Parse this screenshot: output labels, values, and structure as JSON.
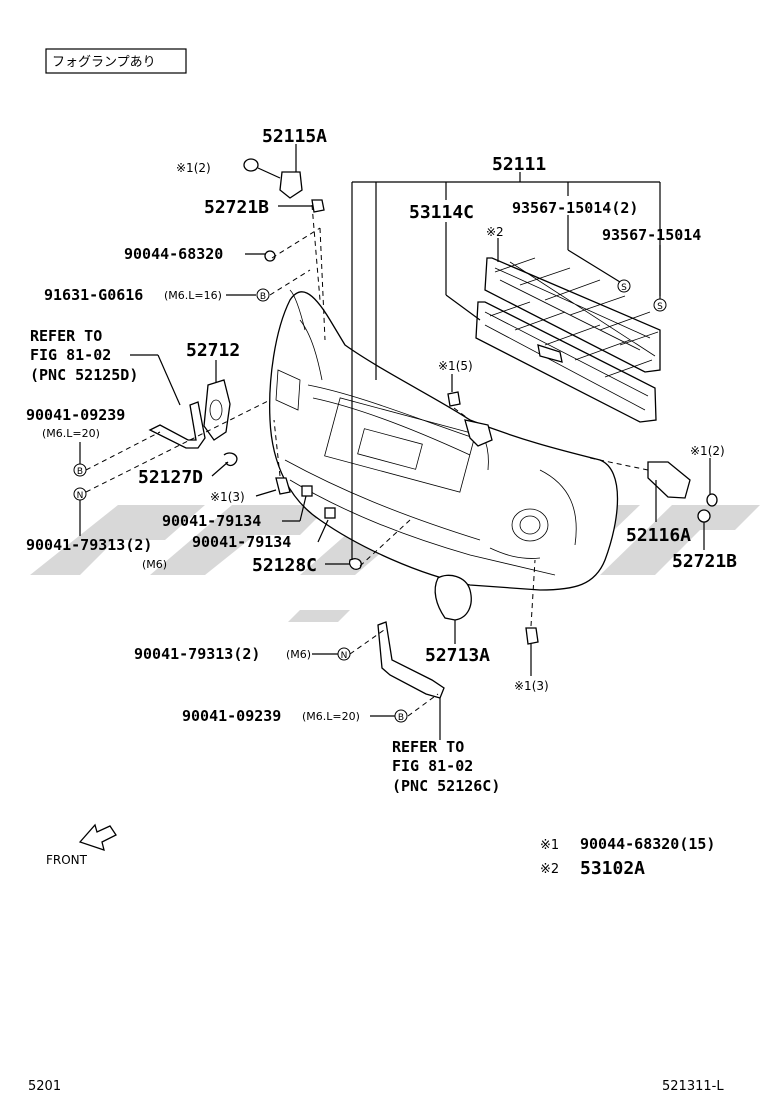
{
  "header_note": "フォグランプあり",
  "labels": {
    "p52115A": "52115A",
    "p52721B_top": "52721B",
    "p52111": "52111",
    "p53114C": "53114C",
    "p93567_15014_2": "93567-15014(2)",
    "p93567_15014": "93567-15014",
    "p90044_68320": "90044-68320",
    "p91631_G0616": "91631-G0616",
    "p91631_spec": "(M6.L=16)",
    "refer_top_line1": "REFER TO",
    "refer_top_line2": "FIG 81-02",
    "refer_top_line3": "(PNC 52125D)",
    "p52712": "52712",
    "p90041_09239_left": "90041-09239",
    "p90041_09239_spec": "(M6.L=20)",
    "p52127D": "52127D",
    "p90041_79134_a": "90041-79134",
    "p90041_79134_b": "90041-79134",
    "p90041_79313_2_left": "90041-79313(2)",
    "p90041_79313_m6_left": "(M6)",
    "p52128C": "52128C",
    "p52116A": "52116A",
    "p52721B_right": "52721B",
    "p52713A": "52713A",
    "p90041_79313_2_mid": "90041-79313(2)",
    "p90041_79313_m6_mid": "(M6)",
    "p90041_09239_bottom": "90041-09239",
    "p90041_09239_bottom_spec": "(M6.L=20)",
    "refer_bottom_line1": "REFER TO",
    "refer_bottom_line2": "FIG 81-02",
    "refer_bottom_line3": "(PNC 52126C)",
    "note1_top_left": "※1(2)",
    "note2_mark": "※2",
    "note1_5": "※1(5)",
    "note1_right": "※1(2)",
    "note1_3_left": "※1(3)",
    "note1_3_bottom": "※1(3)",
    "front": "FRONT"
  },
  "circle_codes": {
    "b": "B",
    "n": "N",
    "s": "S"
  },
  "legend": {
    "row1_mark": "※1",
    "row1_value": "90044-68320(15)",
    "row2_mark": "※2",
    "row2_value": "53102A"
  },
  "footer": {
    "left_code": "5201",
    "right_code": "521311-L"
  }
}
